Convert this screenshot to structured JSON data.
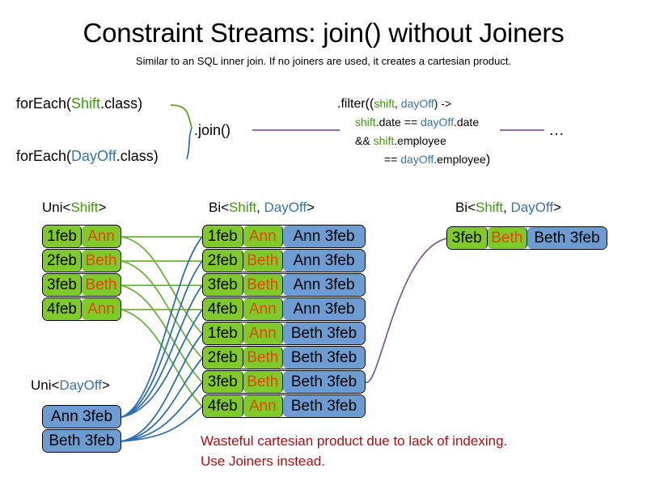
{
  "header": {
    "title": "Constraint Streams: join() without Joiners",
    "subtitle": "Similar to an SQL inner join. If no joiners are used, it creates a cartesian product."
  },
  "code": {
    "foreach_shift": {
      "prefix": "forEach(",
      "type": "Shift",
      "suffix": ".class)"
    },
    "foreach_dayoff": {
      "prefix": "forEach(",
      "type": "DayOff",
      "suffix": ".class)"
    },
    "join_label": ".join()",
    "filter": {
      "line1_a": ".filter((",
      "line1_shift": "shift",
      "line1_comma": ", ",
      "line1_dayoff": "dayOff",
      "line1_b": ") ->",
      "line2_shift": "shift",
      "line2_a": ".date == ",
      "line2_dayoff": "dayOff",
      "line2_b": ".date",
      "line3_a": "&& ",
      "line3_shift": "shift",
      "line3_b": ".employee",
      "line4_a": "== ",
      "line4_dayoff": "dayOff",
      "line4_b": ".employee",
      "line4_paren": ")"
    },
    "ellipsis": "…"
  },
  "streams": {
    "uni_shift": {
      "label_prefix": "Uni<",
      "label_type": "Shift",
      "label_suffix": ">",
      "rows": [
        {
          "date": "1feb",
          "employee": "Ann"
        },
        {
          "date": "2feb",
          "employee": "Beth"
        },
        {
          "date": "3feb",
          "employee": "Beth"
        },
        {
          "date": "4feb",
          "employee": "Ann"
        }
      ]
    },
    "uni_dayoff": {
      "label_prefix": "Uni<",
      "label_type": "DayOff",
      "label_suffix": ">",
      "rows": [
        {
          "dayoff": "Ann 3feb"
        },
        {
          "dayoff": "Beth 3feb"
        }
      ]
    },
    "bi_product": {
      "label_prefix": "Bi<",
      "label_type_a": "Shift",
      "label_comma": ", ",
      "label_type_b": "DayOff",
      "label_suffix": ">",
      "rows": [
        {
          "date": "1feb",
          "employee": "Ann",
          "dayoff": "Ann 3feb"
        },
        {
          "date": "2feb",
          "employee": "Beth",
          "dayoff": "Ann 3feb"
        },
        {
          "date": "3feb",
          "employee": "Beth",
          "dayoff": "Ann 3feb"
        },
        {
          "date": "4feb",
          "employee": "Ann",
          "dayoff": "Ann 3feb"
        },
        {
          "date": "1feb",
          "employee": "Ann",
          "dayoff": "Beth 3feb"
        },
        {
          "date": "2feb",
          "employee": "Beth",
          "dayoff": "Beth 3feb"
        },
        {
          "date": "3feb",
          "employee": "Beth",
          "dayoff": "Beth 3feb"
        },
        {
          "date": "4feb",
          "employee": "Ann",
          "dayoff": "Beth 3feb"
        }
      ]
    },
    "bi_filtered": {
      "label_prefix": "Bi<",
      "label_type_a": "Shift",
      "label_comma": ", ",
      "label_type_b": "DayOff",
      "label_suffix": ">",
      "rows": [
        {
          "date": "3feb",
          "employee": "Beth",
          "dayoff": "Beth 3feb"
        }
      ]
    }
  },
  "warning": {
    "line1": "Wasteful cartesian product due to lack of indexing.",
    "line2": "Use Joiners instead."
  },
  "colors": {
    "shift_green": "#3f9b0b",
    "dayoff_blue": "#3973ab",
    "box_green": "#80c92a",
    "box_blue": "#6d9cd2",
    "employee_orange": "#e8430d",
    "warning_red": "#a81111",
    "link_purple": "#7b5f96"
  }
}
